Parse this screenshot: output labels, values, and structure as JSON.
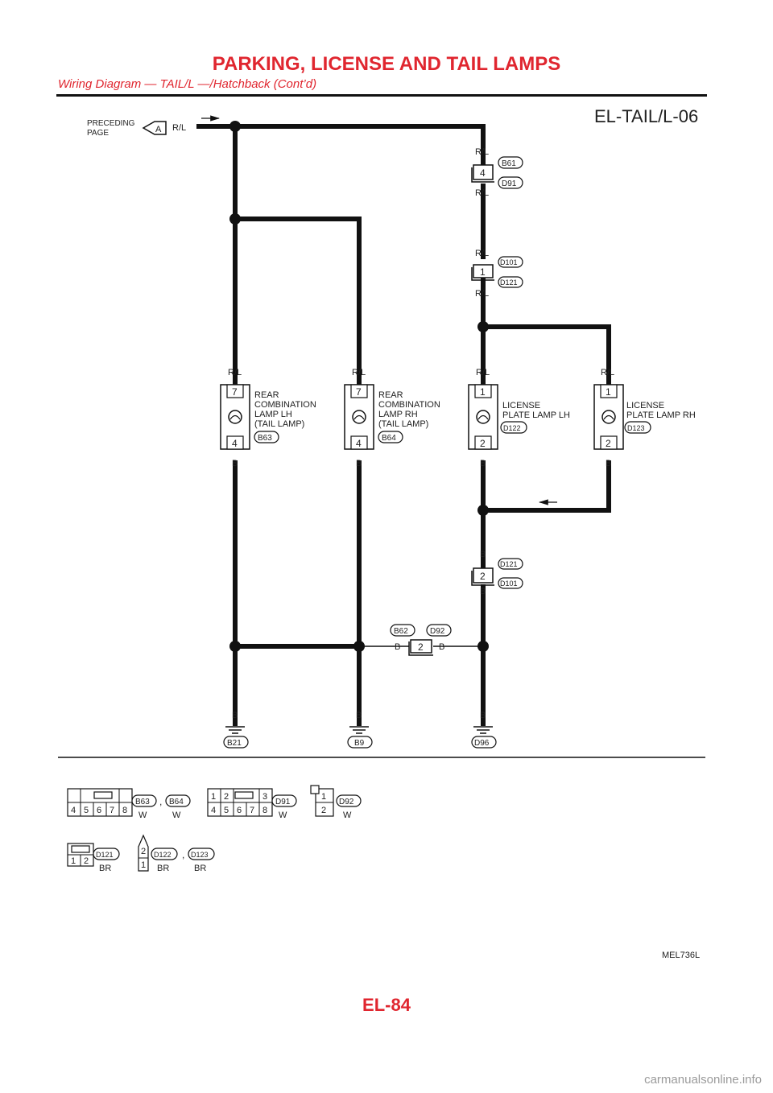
{
  "header": {
    "title": "PARKING, LICENSE AND TAIL LAMPS",
    "subtitle": "Wiring Diagram — TAIL/L —/Hatchback (Cont’d)"
  },
  "diagram": {
    "diagram_code": "EL-TAIL/L-06",
    "preceding_page": [
      "PRECEDING",
      "PAGE"
    ],
    "connector_a": "A",
    "wire_colors": {
      "rl": "R/L",
      "b": "B",
      "w": "W",
      "br": "BR"
    },
    "inline_connectors": {
      "top": {
        "pin": "4",
        "top_label": "B61",
        "bottom_label": "D91"
      },
      "mid": {
        "pin": "1",
        "top_label": "D101",
        "bottom_label": "D121"
      },
      "low": {
        "pin": "2",
        "top_label": "D121",
        "bottom_label": "D101"
      },
      "ground_joint": {
        "pin": "2",
        "left_label": "B62",
        "right_label": "D92"
      }
    },
    "lamps": [
      {
        "lines": [
          "REAR",
          "COMBINATION",
          "LAMP LH",
          "(TAIL LAMP)"
        ],
        "connector": "B63",
        "pin_top": "7",
        "pin_bottom": "4"
      },
      {
        "lines": [
          "REAR",
          "COMBINATION",
          "LAMP RH",
          "(TAIL LAMP)"
        ],
        "connector": "B64",
        "pin_top": "7",
        "pin_bottom": "4"
      },
      {
        "lines": [
          "LICENSE",
          "PLATE LAMP LH"
        ],
        "connector": "D122",
        "pin_top": "1",
        "pin_bottom": "2"
      },
      {
        "lines": [
          "LICENSE",
          "PLATE LAMP RH"
        ],
        "connector": "D123",
        "pin_top": "1",
        "pin_bottom": "2"
      }
    ],
    "grounds": [
      "B21",
      "B9",
      "D96"
    ],
    "figure_code": "MEL736L"
  },
  "connector_views": {
    "pins_b63": [
      "4",
      "5",
      "6",
      "7",
      "8"
    ],
    "b63_label": "B63",
    "b64_label": "B64",
    "comma": ",",
    "d91_label": "D91",
    "pins_d91_top": [
      "1",
      "2",
      "3"
    ],
    "pins_d91_bottom": [
      "4",
      "5",
      "6",
      "7",
      "8"
    ],
    "d92_label": "D92",
    "pins_d92": [
      "1",
      "2"
    ],
    "d121_label": "D121",
    "pins_d121": [
      "1",
      "2"
    ],
    "d122_label": "D122",
    "d123_label": "D123",
    "pins_d122": [
      "2",
      "1"
    ]
  },
  "footer": {
    "page_number": "EL-84",
    "watermark": "carmanualsonline.info"
  }
}
